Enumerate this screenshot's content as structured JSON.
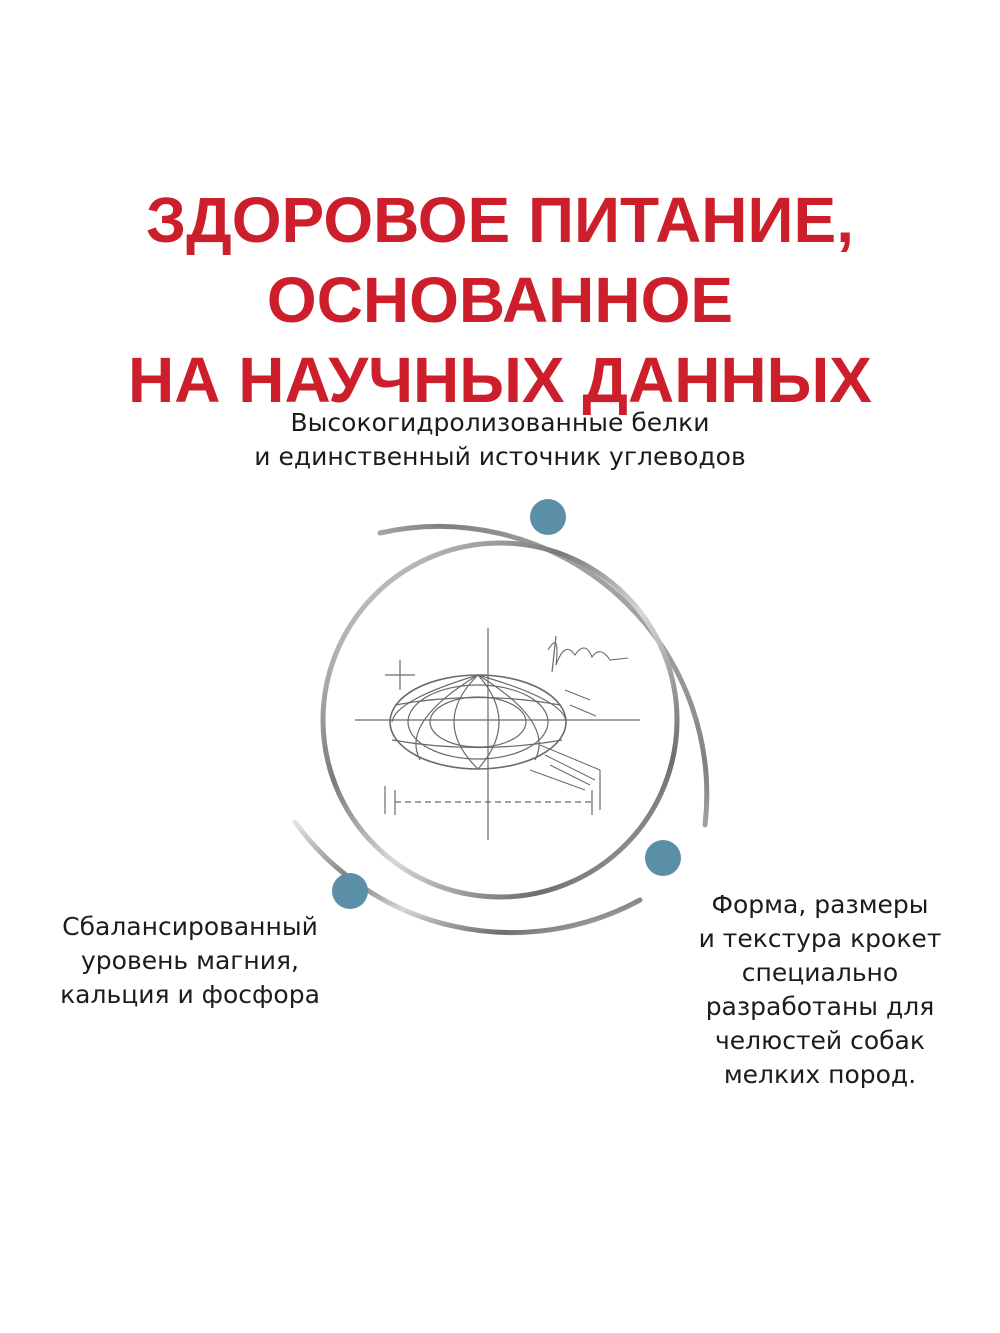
{
  "headline": {
    "line1": "ЗДОРОВОЕ ПИТАНИЕ, ОСНОВАННОЕ",
    "line2": "НА НАУЧНЫХ ДАННЫХ"
  },
  "features": {
    "top": {
      "lines": [
        "Высокогидролизованные белки",
        "и единственный источник углеводов"
      ]
    },
    "left": {
      "lines": [
        "Сбалансированный",
        "уровень магния,",
        "кальция и фосфора"
      ]
    },
    "right": {
      "lines": [
        "Форма, размеры",
        "и текстура крокет",
        "специально",
        "разработаны для",
        "челюстей собак",
        "мелких пород."
      ]
    }
  },
  "colors": {
    "headline": "#cc1f2b",
    "dot": "#5b8fa8",
    "ring": "#9a9a9a",
    "text": "#1c1c1c"
  },
  "icons": {
    "center": "kibble-sketch-icon",
    "markers": "feature-dot-icon"
  }
}
